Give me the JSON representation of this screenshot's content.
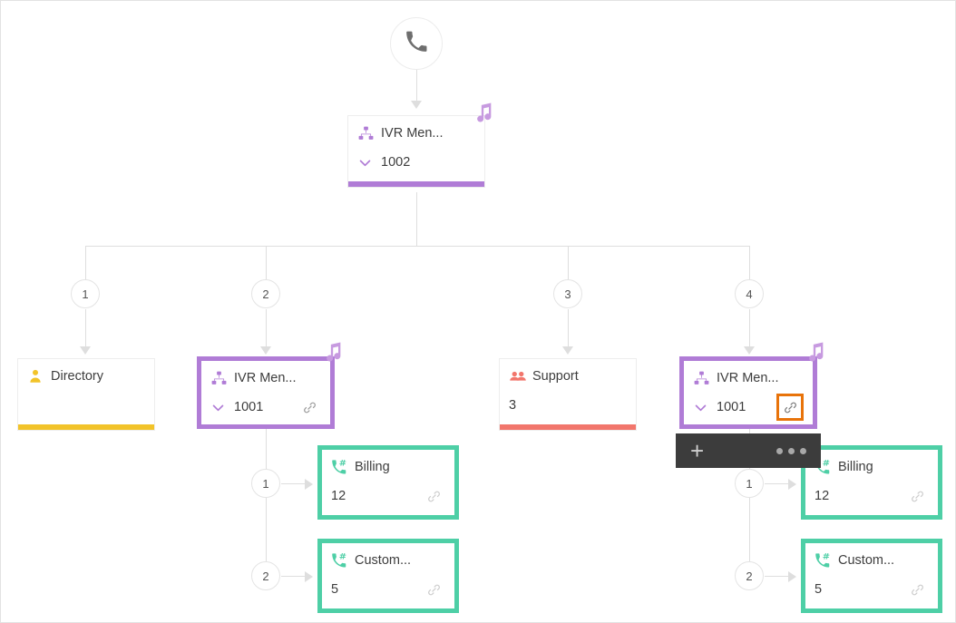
{
  "colors": {
    "purple": "#b07cd6",
    "teal": "#4ecfa6",
    "yellow": "#f2c329",
    "red": "#f2766c",
    "orange_highlight": "#e8730a",
    "connector_gray": "#dedede",
    "toolbar_dark": "#3c3c3c",
    "canvas_white": "#ffffff"
  },
  "root": {
    "icon": "phone-handset-icon"
  },
  "root_menu": {
    "icon": "ivr-hierarchy-icon",
    "title": "IVR Men...",
    "extension": "1002",
    "chevron": "chevron-down-icon",
    "badge": "music-note-icon",
    "accent": "#b07cd6"
  },
  "branches": [
    {
      "index": "1"
    },
    {
      "index": "2"
    },
    {
      "index": "3"
    },
    {
      "index": "4"
    }
  ],
  "nodes": {
    "directory": {
      "icon": "person-icon",
      "title": "Directory",
      "extension": "",
      "accent": "#f2c329"
    },
    "ivr_left": {
      "icon": "ivr-hierarchy-icon",
      "title": "IVR Men...",
      "extension": "1001",
      "chevron": "chevron-down-icon",
      "link": "link-icon",
      "badge": "music-note-icon",
      "accent": "#b07cd6",
      "selected": true
    },
    "support": {
      "icon": "group-icon",
      "title": "Support",
      "extension": "3",
      "accent": "#f2766c"
    },
    "ivr_right": {
      "icon": "ivr-hierarchy-icon",
      "title": "IVR Men...",
      "extension": "1001",
      "chevron": "chevron-down-icon",
      "link": "link-icon",
      "badge": "music-note-icon",
      "accent": "#b07cd6",
      "selected": true,
      "link_highlighted": true
    }
  },
  "sub_branches": {
    "left": [
      {
        "index": "1",
        "icon": "phone-hash-icon",
        "title": "Billing",
        "extension": "12",
        "link": "link-icon",
        "accent": "#4ecfa6"
      },
      {
        "index": "2",
        "icon": "phone-hash-icon",
        "title": "Custom...",
        "extension": "5",
        "link": "link-icon",
        "accent": "#4ecfa6"
      }
    ],
    "right": [
      {
        "index": "1",
        "icon": "phone-hash-icon",
        "title": "Billing",
        "extension": "12",
        "link": "link-icon",
        "accent": "#4ecfa6"
      },
      {
        "index": "2",
        "icon": "phone-hash-icon",
        "title": "Custom...",
        "extension": "5",
        "link": "link-icon",
        "accent": "#4ecfa6"
      }
    ]
  },
  "toolbar": {
    "add_label": "+",
    "add_icon": "plus-icon",
    "more_icon": "more-dots-icon"
  }
}
